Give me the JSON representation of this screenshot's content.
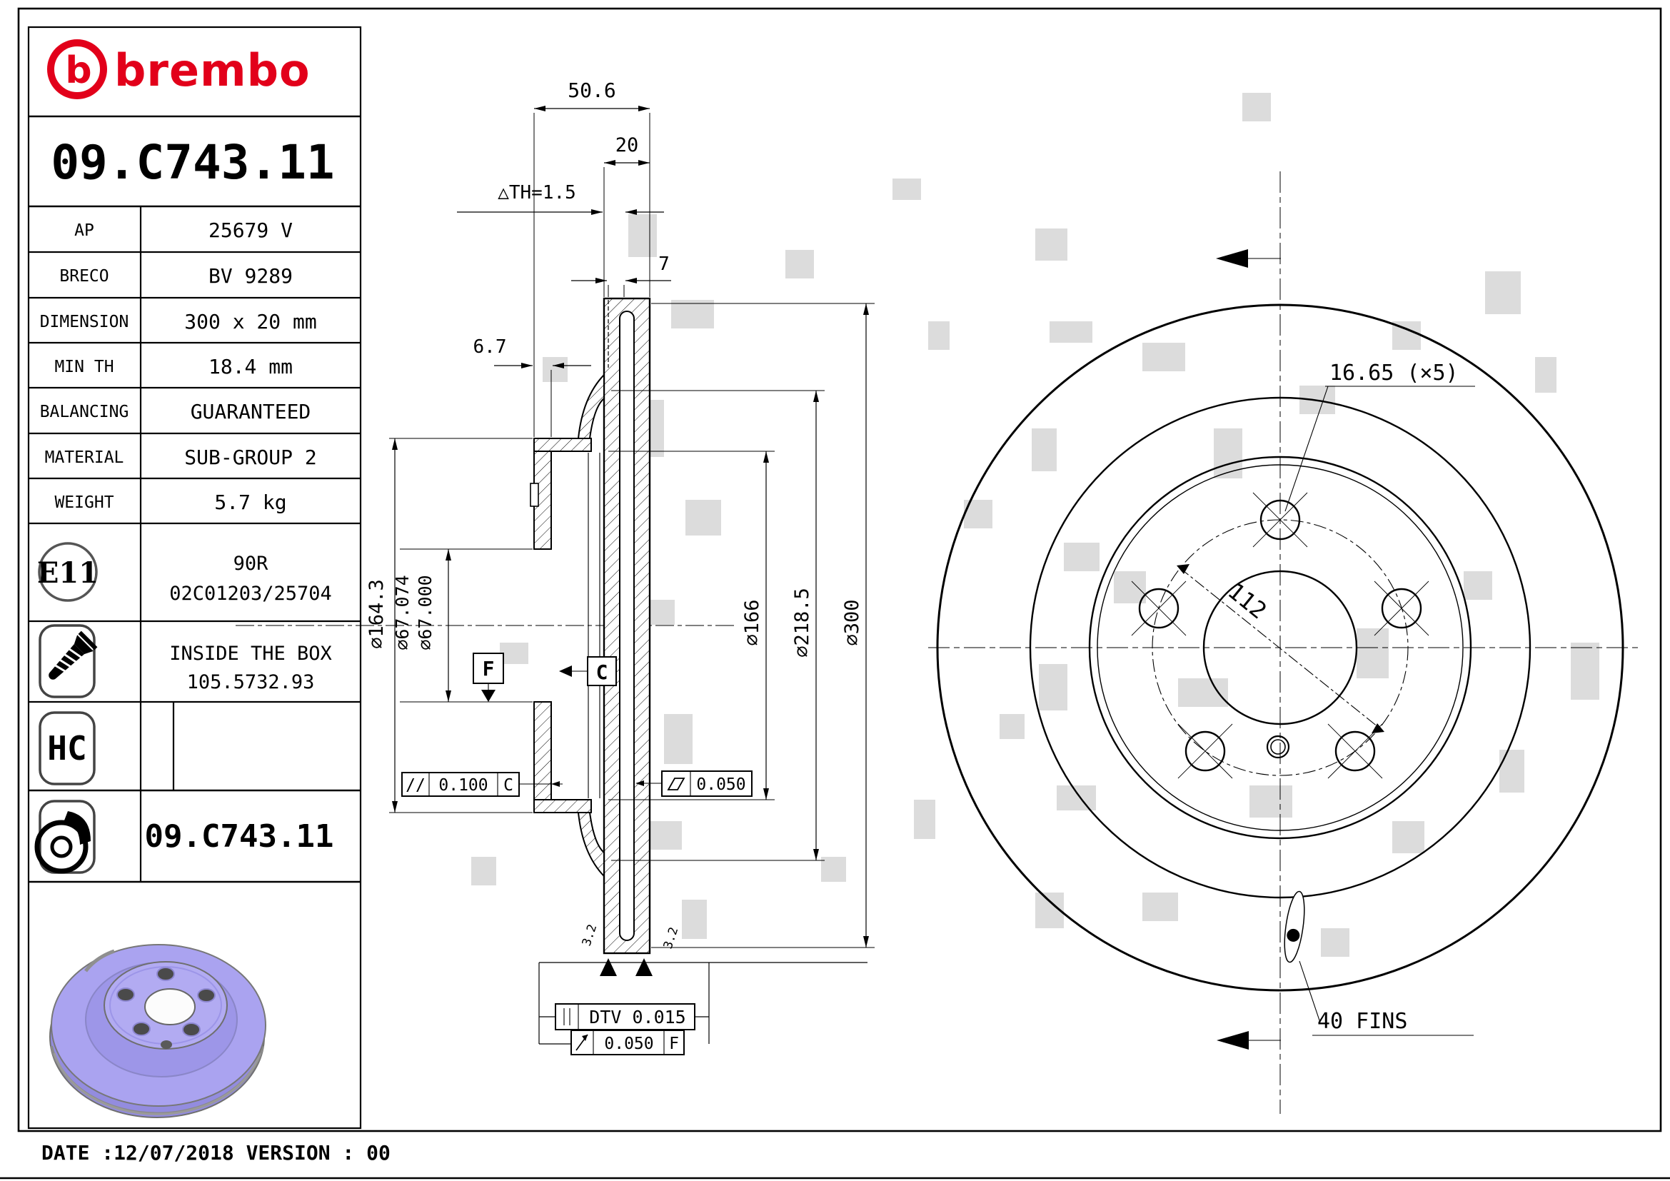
{
  "brand": {
    "logo_letter": "b",
    "wordmark": "brembo"
  },
  "part_number": "09.C743.11",
  "spec_table": {
    "rows": [
      {
        "label": "AP",
        "value": "25679 V"
      },
      {
        "label": "BRECO",
        "value": "BV 9289"
      },
      {
        "label": "DIMENSION",
        "value": "300 x 20 mm"
      },
      {
        "label": "MIN TH",
        "value": "18.4 mm"
      },
      {
        "label": "BALANCING",
        "value": "GUARANTEED"
      },
      {
        "label": "MATERIAL",
        "value": "SUB-GROUP 2"
      },
      {
        "label": "WEIGHT",
        "value": "5.7 kg"
      }
    ]
  },
  "approval": {
    "badge": "E11",
    "line1": "90R",
    "line2": "02C01203/25704"
  },
  "inside_box": {
    "label": "INSIDE THE BOX",
    "code": "105.5732.93"
  },
  "hc_badge": "HC",
  "photo_part_number": "09.C743.11",
  "footer": {
    "date_version": "DATE :12/07/2018 VERSION : 00"
  },
  "section_view": {
    "overall_width": "50.6",
    "band_thickness": "20",
    "wear_limit": "△TH=1.5",
    "plate_thickness": "7",
    "flange_thickness": "6.7",
    "hat_diameter": "⌀164.3",
    "bore_max": "⌀67.074",
    "bore_min": "⌀67.000",
    "dia_inner": "⌀166",
    "dia_band_inner": "⌀218.5",
    "dia_outer": "⌀300",
    "parallelism_symbol": "//",
    "parallelism_value": "0.100",
    "parallelism_datum": "C",
    "flatness_value": "0.050",
    "datum_f": "F",
    "datum_c": "C",
    "dtv": "DTV 0.015",
    "runout_value": "0.050",
    "runout_datum": "F",
    "roughness_left": "3.2",
    "roughness_right": "3.2"
  },
  "front_view": {
    "bolt_hole_dia": "16.65 (×5)",
    "bolt_circle_dia": "112",
    "fins_label": "40 FINS"
  }
}
